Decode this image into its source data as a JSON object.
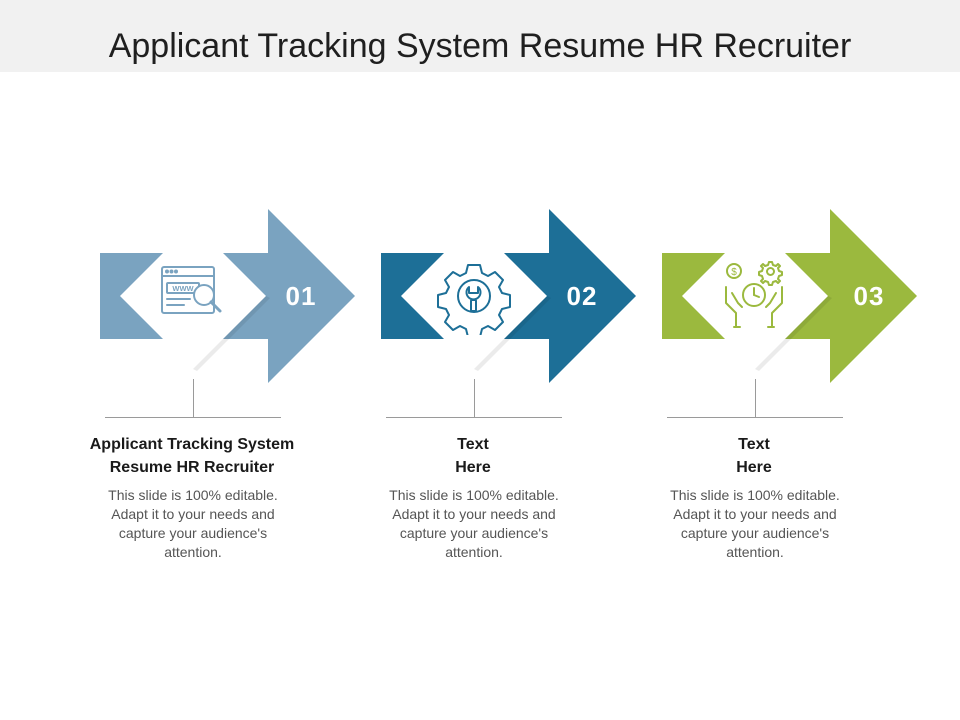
{
  "slide": {
    "title": "Applicant Tracking System Resume HR Recruiter"
  },
  "colors": {
    "step1": "#7aa3c0",
    "step2": "#1d6f97",
    "step3": "#9bb93e",
    "diamond": "#ffffff"
  },
  "steps": [
    {
      "number": "01",
      "heading_line1": "Applicant Tracking System",
      "heading_line2": "Resume HR Recruiter",
      "description": "This slide is 100% editable. Adapt it to your needs and capture your audience's attention.",
      "icon": "website-search-icon"
    },
    {
      "number": "02",
      "heading_line1": "Text",
      "heading_line2": "Here",
      "description": "This slide is 100% editable. Adapt it to your needs and capture your audience's attention.",
      "icon": "gear-wrench-icon"
    },
    {
      "number": "03",
      "heading_line1": "Text",
      "heading_line2": "Here",
      "description": "This slide is 100% editable. Adapt it to your needs and capture your audience's attention.",
      "icon": "money-time-gears-hands-icon"
    }
  ]
}
